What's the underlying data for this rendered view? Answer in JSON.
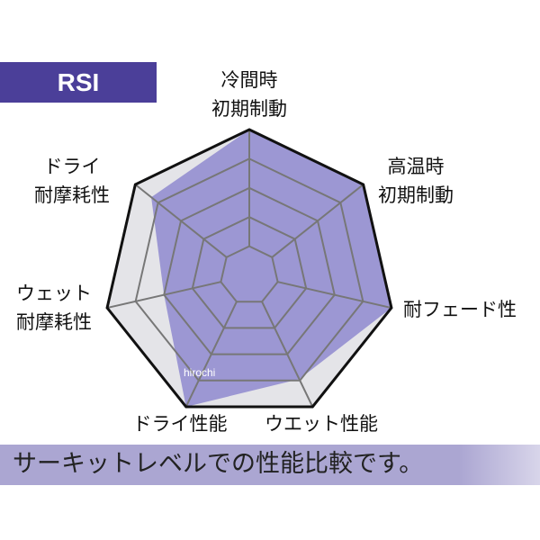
{
  "title": "RSI",
  "footnote": "サーキットレベルでの性能比較です。",
  "watermark": "hirochi",
  "colors": {
    "title_bg": "#4b3f99",
    "series_fill": "#8f89cf",
    "grid": "#777777",
    "outline": "#111111",
    "background_fill": "#e4e4e8",
    "footnote_bg": "#aba6d2"
  },
  "chart_data": {
    "type": "radar",
    "axes": [
      {
        "label_lines": [
          "冷間時",
          "初期制動"
        ]
      },
      {
        "label_lines": [
          "高温時",
          "初期制動"
        ]
      },
      {
        "label_lines": [
          "耐フェード性"
        ]
      },
      {
        "label_lines": [
          "ウエット性能"
        ]
      },
      {
        "label_lines": [
          "ドライ性能"
        ]
      },
      {
        "label_lines": [
          "ウェット",
          "耐摩耗性"
        ]
      },
      {
        "label_lines": [
          "ドライ",
          "耐摩耗性"
        ]
      }
    ],
    "levels": 5,
    "range": [
      0,
      1
    ],
    "series": [
      {
        "name": "RSI",
        "values": [
          1.0,
          1.0,
          1.0,
          0.79,
          1.0,
          0.6,
          0.86
        ]
      }
    ]
  }
}
